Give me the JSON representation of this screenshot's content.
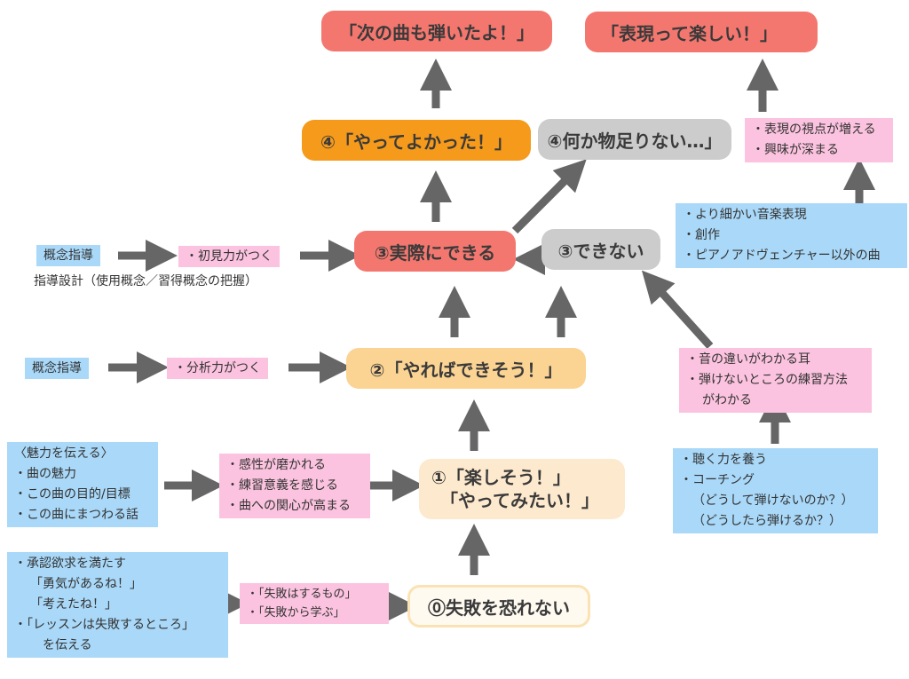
{
  "colors": {
    "goal_red": "#f4776f",
    "success_orange": "#f59a1b",
    "neutral_gray": "#cccccc",
    "step2_peach": "#fbd393",
    "step1_cream": "#fde9cd",
    "step0_border": "#fbe2b4",
    "instruction_blue": "#a9d8f8",
    "effect_pink": "#fbc3df",
    "arrow_gray": "#666666"
  },
  "goals": {
    "next_song": "「次の曲も弾いたよ！」",
    "expression_fun": "「表現って楽しい！」"
  },
  "stage4": {
    "glad": "④「やってよかった！」",
    "unsatisfied": "④何か物足りない…」"
  },
  "stage3": {
    "can": "③実際にできる",
    "cannot": "③できない"
  },
  "stage2": {
    "label": "②「やればできそう！」"
  },
  "stage1": {
    "line1": "①「楽しそう！」",
    "line2": "「やってみたい！」"
  },
  "stage0": {
    "label": "⓪失敗を恐れない"
  },
  "row3_left": {
    "instruction": "概念指導",
    "effect": "・初見力がつく",
    "note": "指導設計（使用概念／習得概念の把握）"
  },
  "row2_left": {
    "instruction": "概念指導",
    "effect": "・分析力がつく"
  },
  "row1_left": {
    "instruction_lines": [
      "〈魅力を伝える〉",
      "・曲の魅力",
      "・この曲の目的/目標",
      "・この曲にまつわる話"
    ],
    "effect_lines": [
      "・感性が磨かれる",
      "・練習意義を感じる",
      "・曲への関心が高まる"
    ]
  },
  "row0_left": {
    "instruction_lines": [
      "・承認欲求を満たす",
      "「勇気があるね！」",
      "「考えたね！」",
      "・「レッスンは失敗するところ」",
      "を伝える"
    ],
    "effect_lines": [
      "・「失敗はするもの」",
      "・「失敗から学ぶ」"
    ]
  },
  "right_top": {
    "effect_lines": [
      "・表現の視点が増える",
      "・興味が深まる"
    ],
    "instruction_lines": [
      "・より細かい音楽表現",
      "・創作",
      "・ピアノアドヴェンチャー以外の曲"
    ]
  },
  "right_bottom": {
    "effect_lines": [
      "・音の違いがわかる耳",
      "・弾けないところの練習方法",
      "がわかる"
    ],
    "instruction_lines": [
      "・聴く力を養う",
      "・コーチング",
      "（どうして弾けないのか？）",
      "（どうしたら弾けるか？）"
    ]
  }
}
